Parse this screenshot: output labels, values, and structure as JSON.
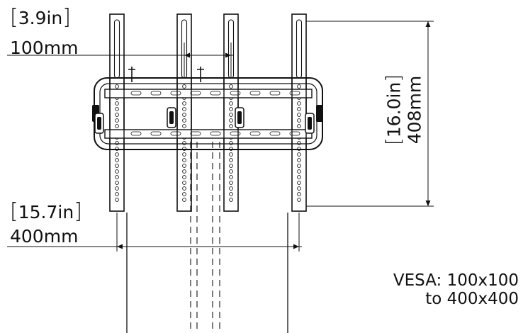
{
  "dimensions": {
    "slot_spacing": {
      "imperial": "3.9in",
      "metric": "100mm"
    },
    "mount_width": {
      "imperial": "15.7in",
      "metric": "400mm"
    },
    "bracket_height": {
      "imperial": "16.0in",
      "metric": "408mm"
    }
  },
  "vesa": {
    "line1": "VESA: 100x100",
    "line2": "to 400x400"
  },
  "colors": {
    "ink": "#111111",
    "background": "#ffffff"
  }
}
